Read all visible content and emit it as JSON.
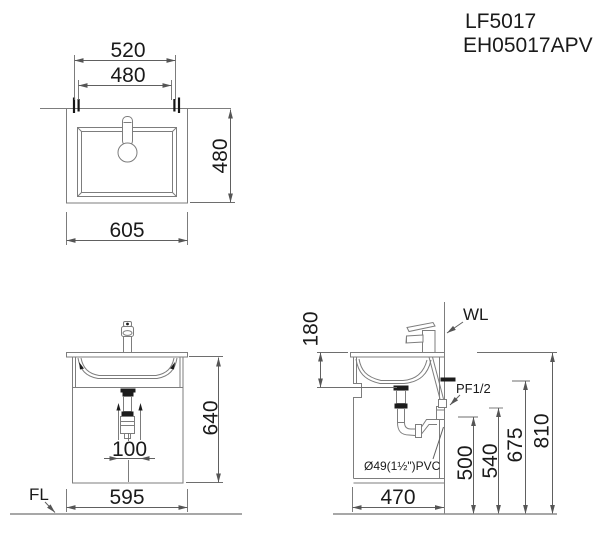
{
  "title": {
    "model": "LF5017",
    "cabinet_code": "EH05017APV"
  },
  "top_view": {
    "width_bracket": "520",
    "width_basin": "480",
    "depth": "480",
    "width_total": "605"
  },
  "front_view": {
    "drain_spacing": "100",
    "height": "640",
    "width": "595",
    "floor_label": "FL"
  },
  "side_view": {
    "faucet_height": "180",
    "wall_label": "WL",
    "supply_label": "PF1/2",
    "pipe_note": "Ø49(1½\")PVC",
    "trap_height": "500",
    "outlet_height": "540",
    "supply_height": "675",
    "total_height": "810",
    "depth": "470"
  },
  "colors": {
    "line": "#7d7d7d",
    "dimension": "#606060",
    "text": "#1a1a1a",
    "background": "#ffffff"
  }
}
